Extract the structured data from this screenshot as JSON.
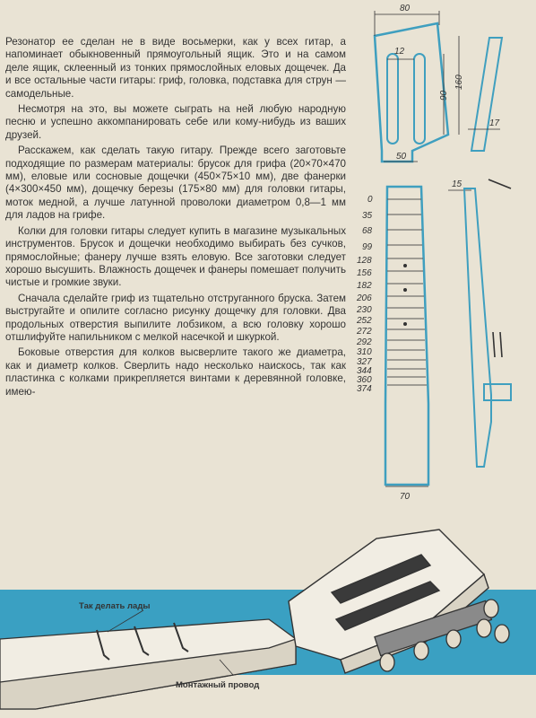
{
  "article": {
    "paragraphs": [
      "Резонатор ее сделан не в виде восьмерки, как у всех гитар, а напоминает обыкновенный прямоугольный ящик. Это и на самом деле ящик, склеенный из тонких прямослойных еловых дощечек. Да и все остальные части гитары: гриф, головка, подставка для струн — самодельные.",
      "Несмотря на это, вы можете сыграть на ней любую народную песню и успешно аккомпанировать себе или кому-нибудь из ваших друзей.",
      "Расскажем, как сделать такую гитару. Прежде всего заготовьте подходящие по размерам материалы: брусок для грифа (20×70×470 мм), еловые или сосновые дощечки (450×75×10 мм), две фанерки (4×300×450 мм), дощечку березы (175×80 мм) для головки гитары, моток медной, а лучше латунной проволоки диаметром 0,8—1 мм для ладов на грифе.",
      "Колки для головки гитары следует купить в магазине музыкальных инструментов. Брусок и дощечки необходимо выбирать без сучков, прямослойные; фанеру лучше взять еловую. Все заготовки следует хорошо высушить. Влажность дощечек и фанеры помешает получить чистые и громкие звуки.",
      "Сначала сделайте гриф из тщательно отструганного бруска. Затем выстругайте и опилите согласно рисунку дощечку для головки. Два продольных отверстия выпилите лобзиком, а всю головку хорошо отшлифуйте напильником с мелкой насечкой и шкуркой.",
      "Боковые отверстия для колков высверлите такого же диаметра, как и диаметр колков. Сверлить надо несколько наискось, так как пластинка с колками прикрепляется винтами к деревянной головке, имею-"
    ]
  },
  "drawing": {
    "dimensions": {
      "head_width": "80",
      "slot_width": "12",
      "slot_length": "90",
      "head_length": "160",
      "head_thickness": "17",
      "neck_width_top": "50",
      "neck_thickness": "15",
      "neck_width_bottom": "70"
    },
    "fret_positions": [
      "0",
      "35",
      "68",
      "99",
      "128",
      "156",
      "182",
      "206",
      "230",
      "252",
      "272",
      "292",
      "310",
      "327",
      "344",
      "360",
      "374"
    ]
  },
  "illustration": {
    "caption_frets": "Так делать лады",
    "caption_wire": "Монтажный провод"
  },
  "colors": {
    "blueprint": "#3f9fbf",
    "band": "#3aa0c2",
    "paper": "#e9e3d4",
    "ink": "#333333"
  }
}
